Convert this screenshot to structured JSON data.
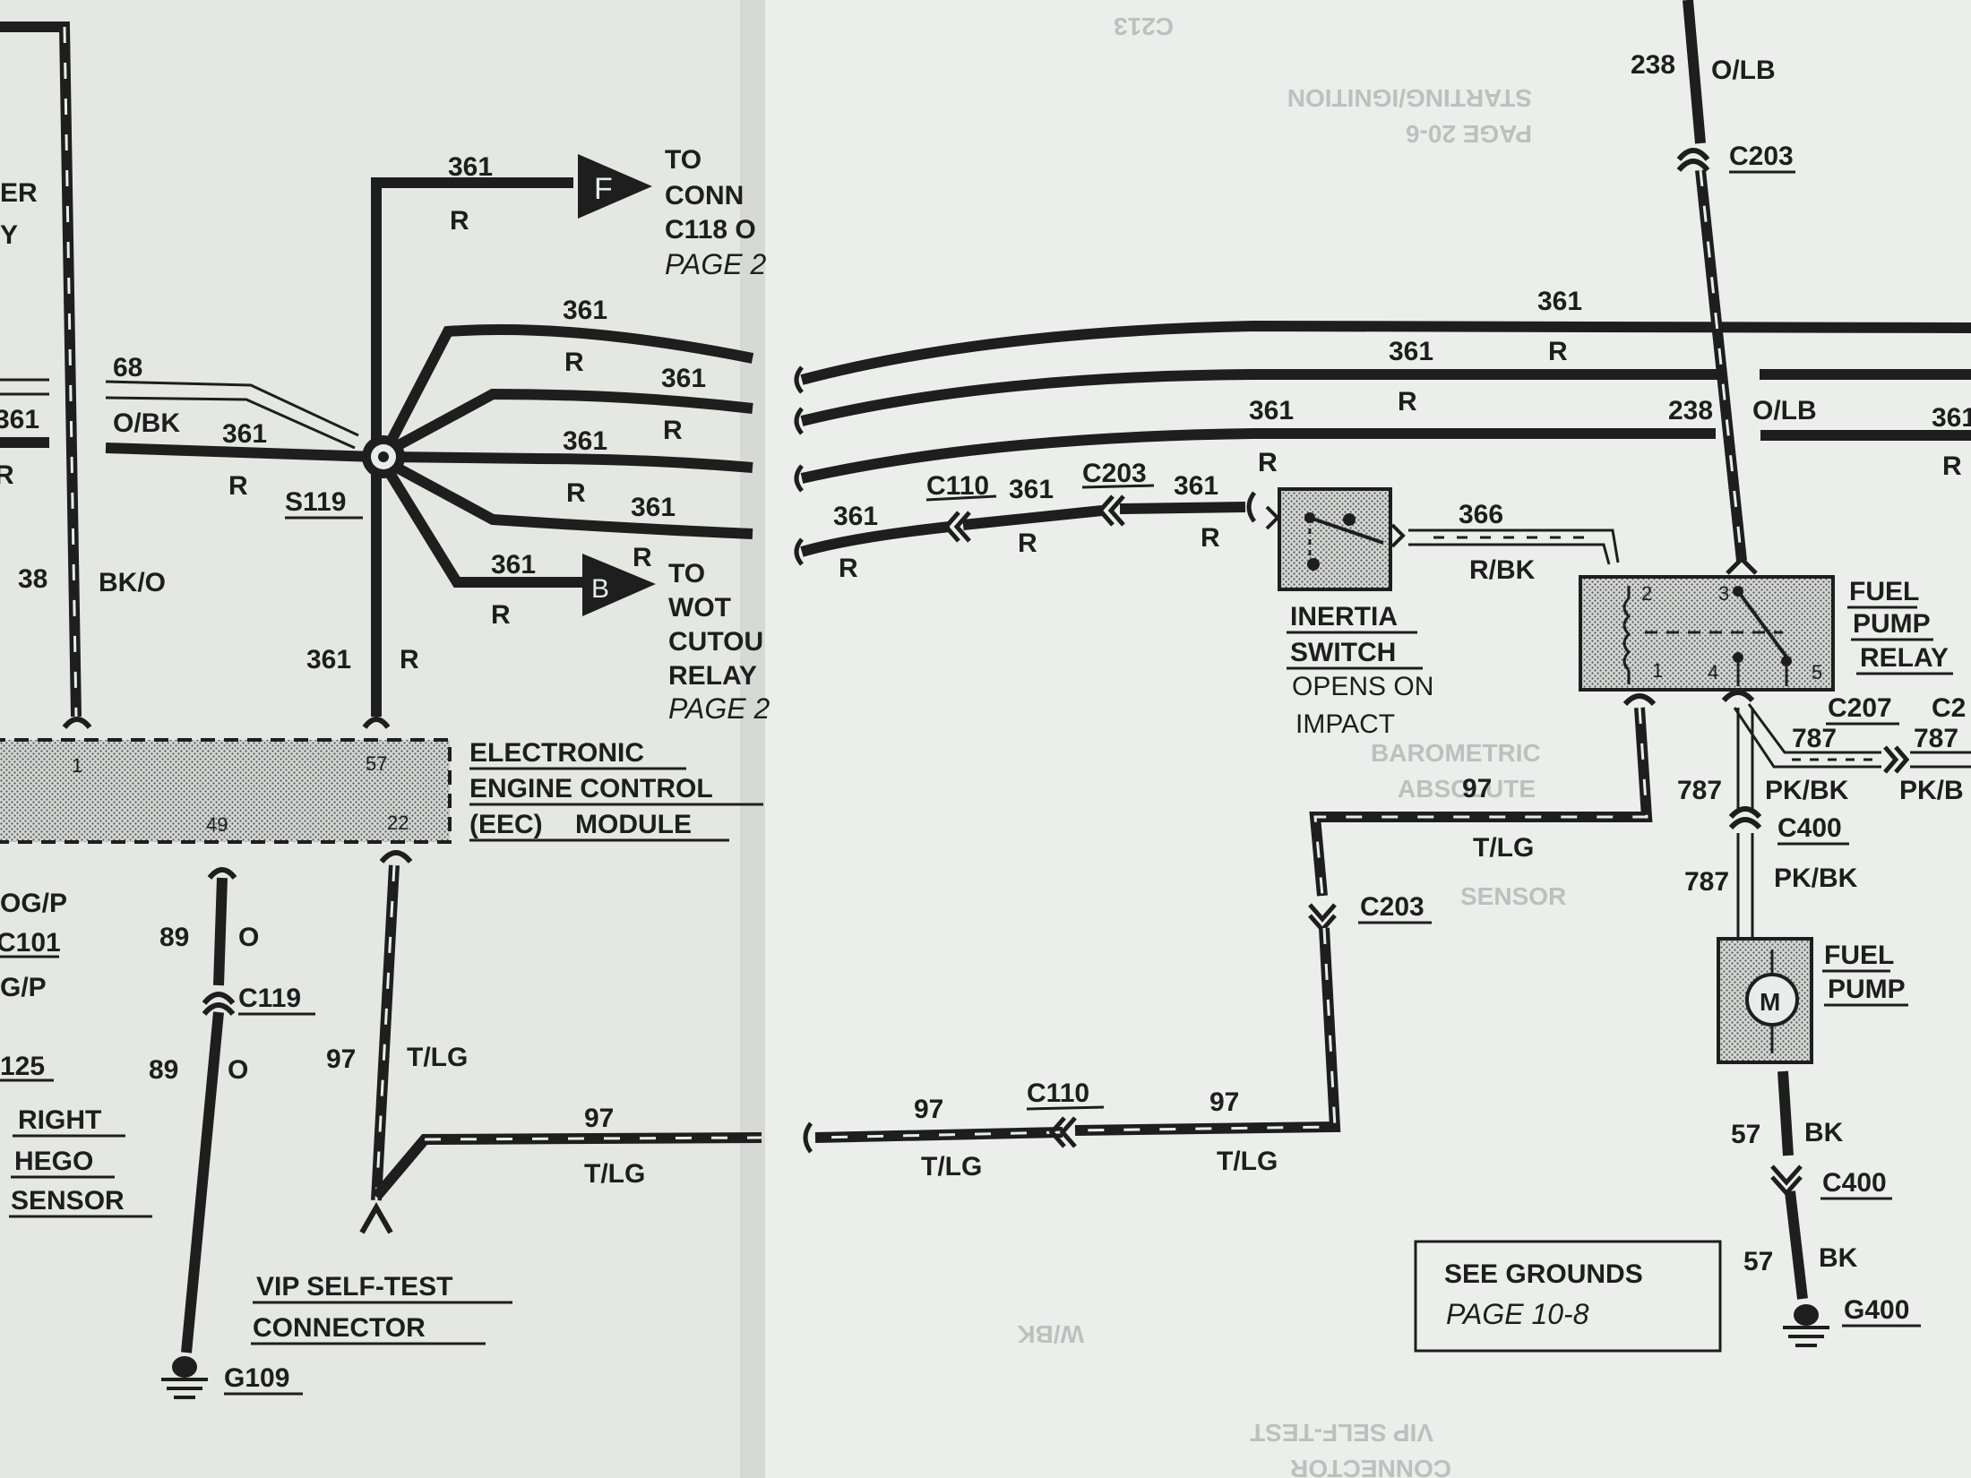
{
  "conn": {
    "c118_to": "TO",
    "c118_conn": "CONN",
    "c118_name": "C118 O",
    "c118_page": "PAGE 2",
    "wot_to": "TO",
    "wot_1": "WOT",
    "wot_2": "CUTOU",
    "wot_3": "RELAY",
    "wot_page": "PAGE 2",
    "arrow_f": "F",
    "arrow_b": "B"
  },
  "wires": {
    "w361": "361",
    "w68": "68",
    "w38": "38",
    "w238": "238",
    "w366": "366",
    "w97": "97",
    "w89": "89",
    "w787": "787",
    "w57": "57",
    "w125": "125",
    "c_r": "R",
    "c_obk": "O/BK",
    "c_bko": "BK/O",
    "c_olb": "O/LB",
    "c_rbk": "R/BK",
    "c_tlg": "T/LG",
    "c_o": "O",
    "c_pkbk": "PK/BK",
    "c_pkb": "PK/B",
    "c_bk": "BK",
    "c_ogp": "OG/P",
    "c_gp": "G/P",
    "c_er": "ER",
    "c_y": "Y"
  },
  "splices": {
    "s119": "S119"
  },
  "connectors": {
    "c203": "C203",
    "c110": "C110",
    "c119": "C119",
    "c101": "C101",
    "c207": "C207",
    "c2x": "C2",
    "c400": "C400"
  },
  "grounds": {
    "g109": "G109",
    "g400": "G400"
  },
  "components": {
    "eec_1": "ELECTRONIC",
    "eec_2": "ENGINE CONTROL",
    "eec_3_a": "(EEC)",
    "eec_3_b": "MODULE",
    "inertia_1": "INERTIA",
    "inertia_2": "SWITCH",
    "inertia_3": "OPENS ON",
    "inertia_4": "IMPACT",
    "relay_1": "FUEL",
    "relay_2": "PUMP",
    "relay_3": "RELAY",
    "pump_1": "FUEL",
    "pump_2": "PUMP",
    "pump_symbol": "M",
    "vip_1": "VIP SELF-TEST",
    "vip_2": "CONNECTOR",
    "hego_1": "RIGHT",
    "hego_2": "HEGO",
    "hego_3": "SENSOR"
  },
  "pins": {
    "eec_1": "1",
    "eec_57": "57",
    "eec_49": "49",
    "eec_22": "22",
    "relay_1": "1",
    "relay_2": "2",
    "relay_3": "3",
    "relay_4": "4",
    "relay_5": "5"
  },
  "note": {
    "line1": "SEE GROUNDS",
    "line2": "PAGE 10-8"
  },
  "ghost_text": {
    "g1": "STARTING/IGNITION",
    "g2": "PAGE 20-6",
    "g3": "BAROMETRIC",
    "g4": "ABSOLUTE",
    "g5": "SENSOR",
    "g6": "VIP SELF-TEST",
    "g7": "CONNECTOR",
    "g8": "W/BK",
    "g9": "C213"
  },
  "colors": {
    "paper": "#e9ecea",
    "ink": "#1e1e1e",
    "ghost": "#9aa3a2"
  }
}
